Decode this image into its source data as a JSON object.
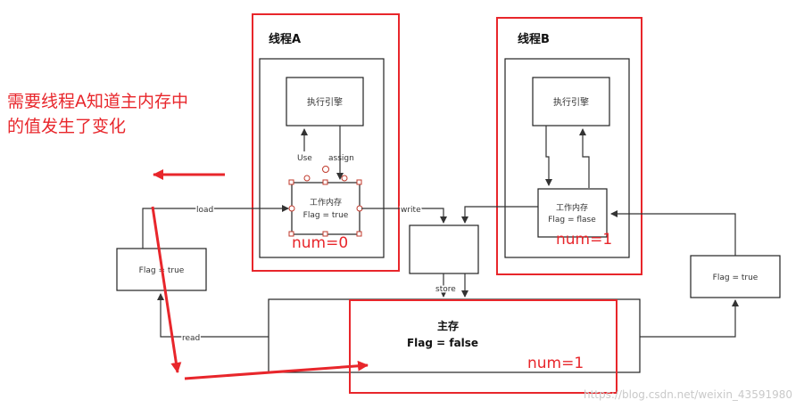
{
  "annotation": "需要线程A知道主内存中的值发生了变化",
  "annotation_lines": [
    "需要线程A知道主内存中",
    "的值发生了变化"
  ],
  "thread_a": {
    "title": "线程A",
    "engine": "执行引擎",
    "work_memory_title": "工作内存",
    "work_memory_flag": "Flag = true",
    "num": "num=0"
  },
  "thread_b": {
    "title": "线程B",
    "engine": "执行引擎",
    "work_memory_title": "工作内存",
    "work_memory_flag": "Flag = flase",
    "num": "num=1"
  },
  "main_memory": {
    "title": "主存",
    "flag": "Flag = false",
    "num": "num=1"
  },
  "left_flag_box": "Flag = true",
  "right_flag_box": "Flag = true",
  "edge_labels": {
    "use": "Use",
    "assign": "assign",
    "load": "load",
    "write": "write",
    "store": "store",
    "read": "read"
  },
  "watermark": "https://blog.csdn.net/weixin_43591980",
  "colors": {
    "accent_red": "#e8262b",
    "line": "#333333"
  }
}
